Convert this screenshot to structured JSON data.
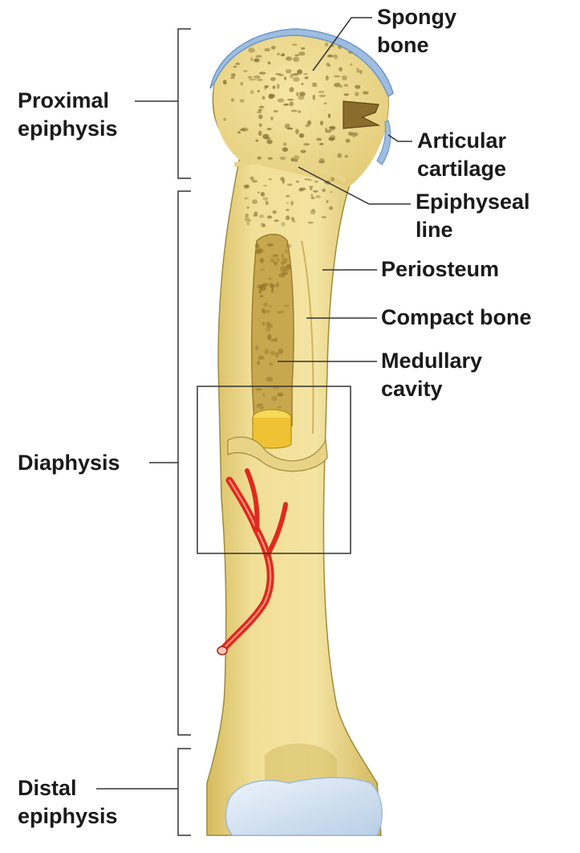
{
  "labels": {
    "proximal_epiphysis": [
      "Proximal",
      "epiphysis"
    ],
    "diaphysis": [
      "Diaphysis"
    ],
    "distal_epiphysis": [
      "Distal",
      "epiphysis"
    ],
    "spongy_bone": [
      "Spongy",
      "bone"
    ],
    "articular_cartilage": [
      "Articular",
      "cartilage"
    ],
    "epiphyseal_line": [
      "Epiphyseal",
      "line"
    ],
    "periosteum": [
      "Periosteum"
    ],
    "compact_bone": [
      "Compact bone"
    ],
    "medullary_cavity": [
      "Medullary",
      "cavity"
    ]
  },
  "colors": {
    "bone": "#f0dd94",
    "bone_shade": "#d9bf62",
    "spongy_pores": "#8a7738",
    "cartilage": "#cfdfee",
    "cartilage_edge": "#7fa6d2",
    "artery": "#e02a1c",
    "marrow": "#f3c83a",
    "lines": "#222222"
  }
}
